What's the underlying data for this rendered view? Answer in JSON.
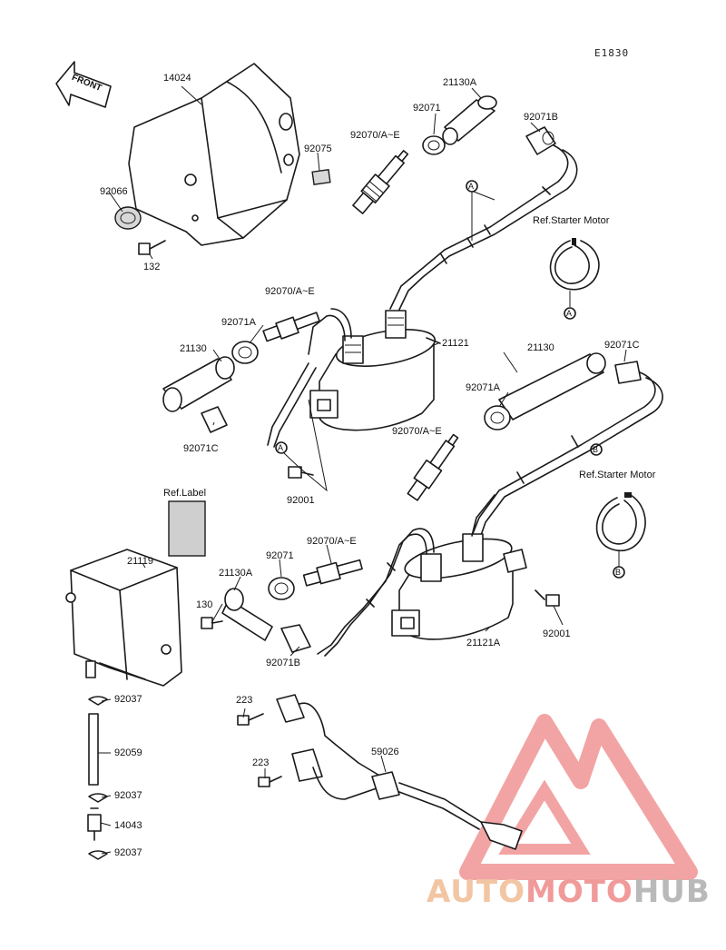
{
  "diagram_code": "E1830",
  "direction_label": "FRONT",
  "parts": {
    "p14024": "14024",
    "p92075": "92075",
    "p92066": "92066",
    "p132": "132",
    "p92070_top": "92070/A~E",
    "p92071_top": "92071",
    "p21130A_top": "21130A",
    "p92071B_top": "92071B",
    "ref_A_top": "A",
    "ref_starter_1": "Ref.Starter Motor",
    "ref_A_ring": "A",
    "p92070_mid": "92070/A~E",
    "p92071A_left": "92071A",
    "p21130_left": "21130",
    "p92071C_left": "92071C",
    "p21121": "21121",
    "ref_A_mid": "A",
    "p92001_mid": "92001",
    "p21130_right": "21130",
    "p92071C_right": "92071C",
    "p92071A_right": "92071A",
    "p92070_right": "92070/A~E",
    "ref_B_mid": "B",
    "ref_starter_2": "Ref.Starter Motor",
    "ref_B_ring": "B",
    "ref_label": "Ref.Label",
    "p21119": "21119",
    "p92071_low": "92071",
    "p92070_low": "92070/A~E",
    "p21130A_low": "21130A",
    "p130": "130",
    "p92071B_low": "92071B",
    "p21121A": "21121A",
    "p92001_low": "92001",
    "p92037_1": "92037",
    "p92059": "92059",
    "p92037_2": "92037",
    "p14043": "14043",
    "p92037_3": "92037",
    "p223_1": "223",
    "p223_2": "223",
    "p59026": "59026"
  },
  "watermark": {
    "part1": "AUTO",
    "part2": "MOTO",
    "part3": "HUB"
  },
  "colors": {
    "line": "#1a1a1a",
    "watermark_red": "#e85a5a",
    "watermark_orange": "#f0a060"
  }
}
